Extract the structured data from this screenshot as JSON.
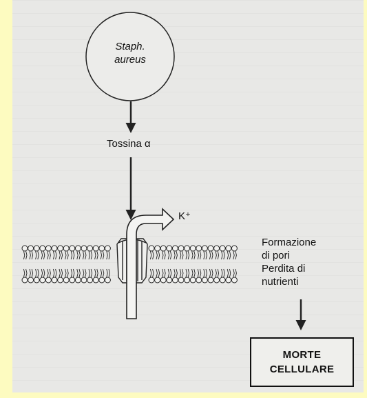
{
  "organism": {
    "line1": "Staph.",
    "line2": "aureus"
  },
  "toxin_label": "Tossina α",
  "ion_label": "K⁺",
  "effects": {
    "line1": "Formazione",
    "line2": "di pori",
    "line3": "Perdita di",
    "line4": "nutrienti"
  },
  "outcome": {
    "line1": "MORTE",
    "line2": "CELLULARE"
  },
  "colors": {
    "background": "#fdfbc0",
    "paper": "#e8e8e6",
    "ink": "#111111"
  }
}
